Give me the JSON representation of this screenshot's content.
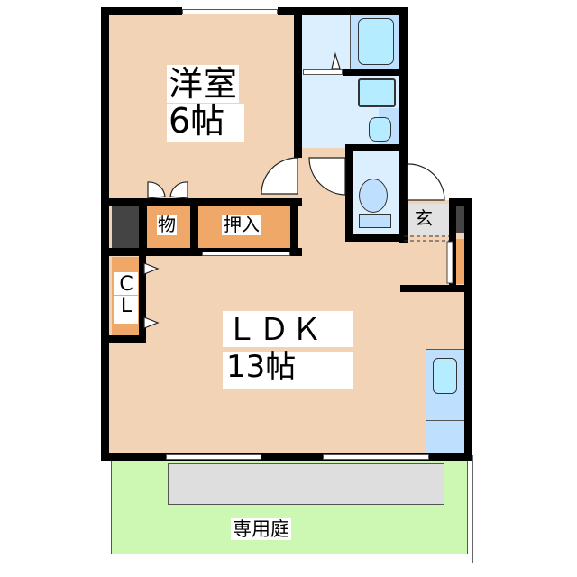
{
  "floorplan": {
    "rooms": {
      "western_room": {
        "name": "洋室",
        "size": "6帖"
      },
      "ldk": {
        "name": "ＬＤＫ",
        "size": "13帖"
      },
      "storage": {
        "name": "物"
      },
      "closet_oshiire": {
        "name": "押入"
      },
      "closet_cl_1": "C",
      "closet_cl_2": "L",
      "entrance": {
        "name": "玄"
      },
      "garden": {
        "name": "専用庭"
      }
    },
    "colors": {
      "wood_floor": "#f2d3b5",
      "wet_area": "#dcefff",
      "fixture": "#bfdfff",
      "storage": "#f0a868",
      "garden": "#ccf8b4",
      "terrace": "#dedede",
      "wall": "#000000"
    }
  }
}
